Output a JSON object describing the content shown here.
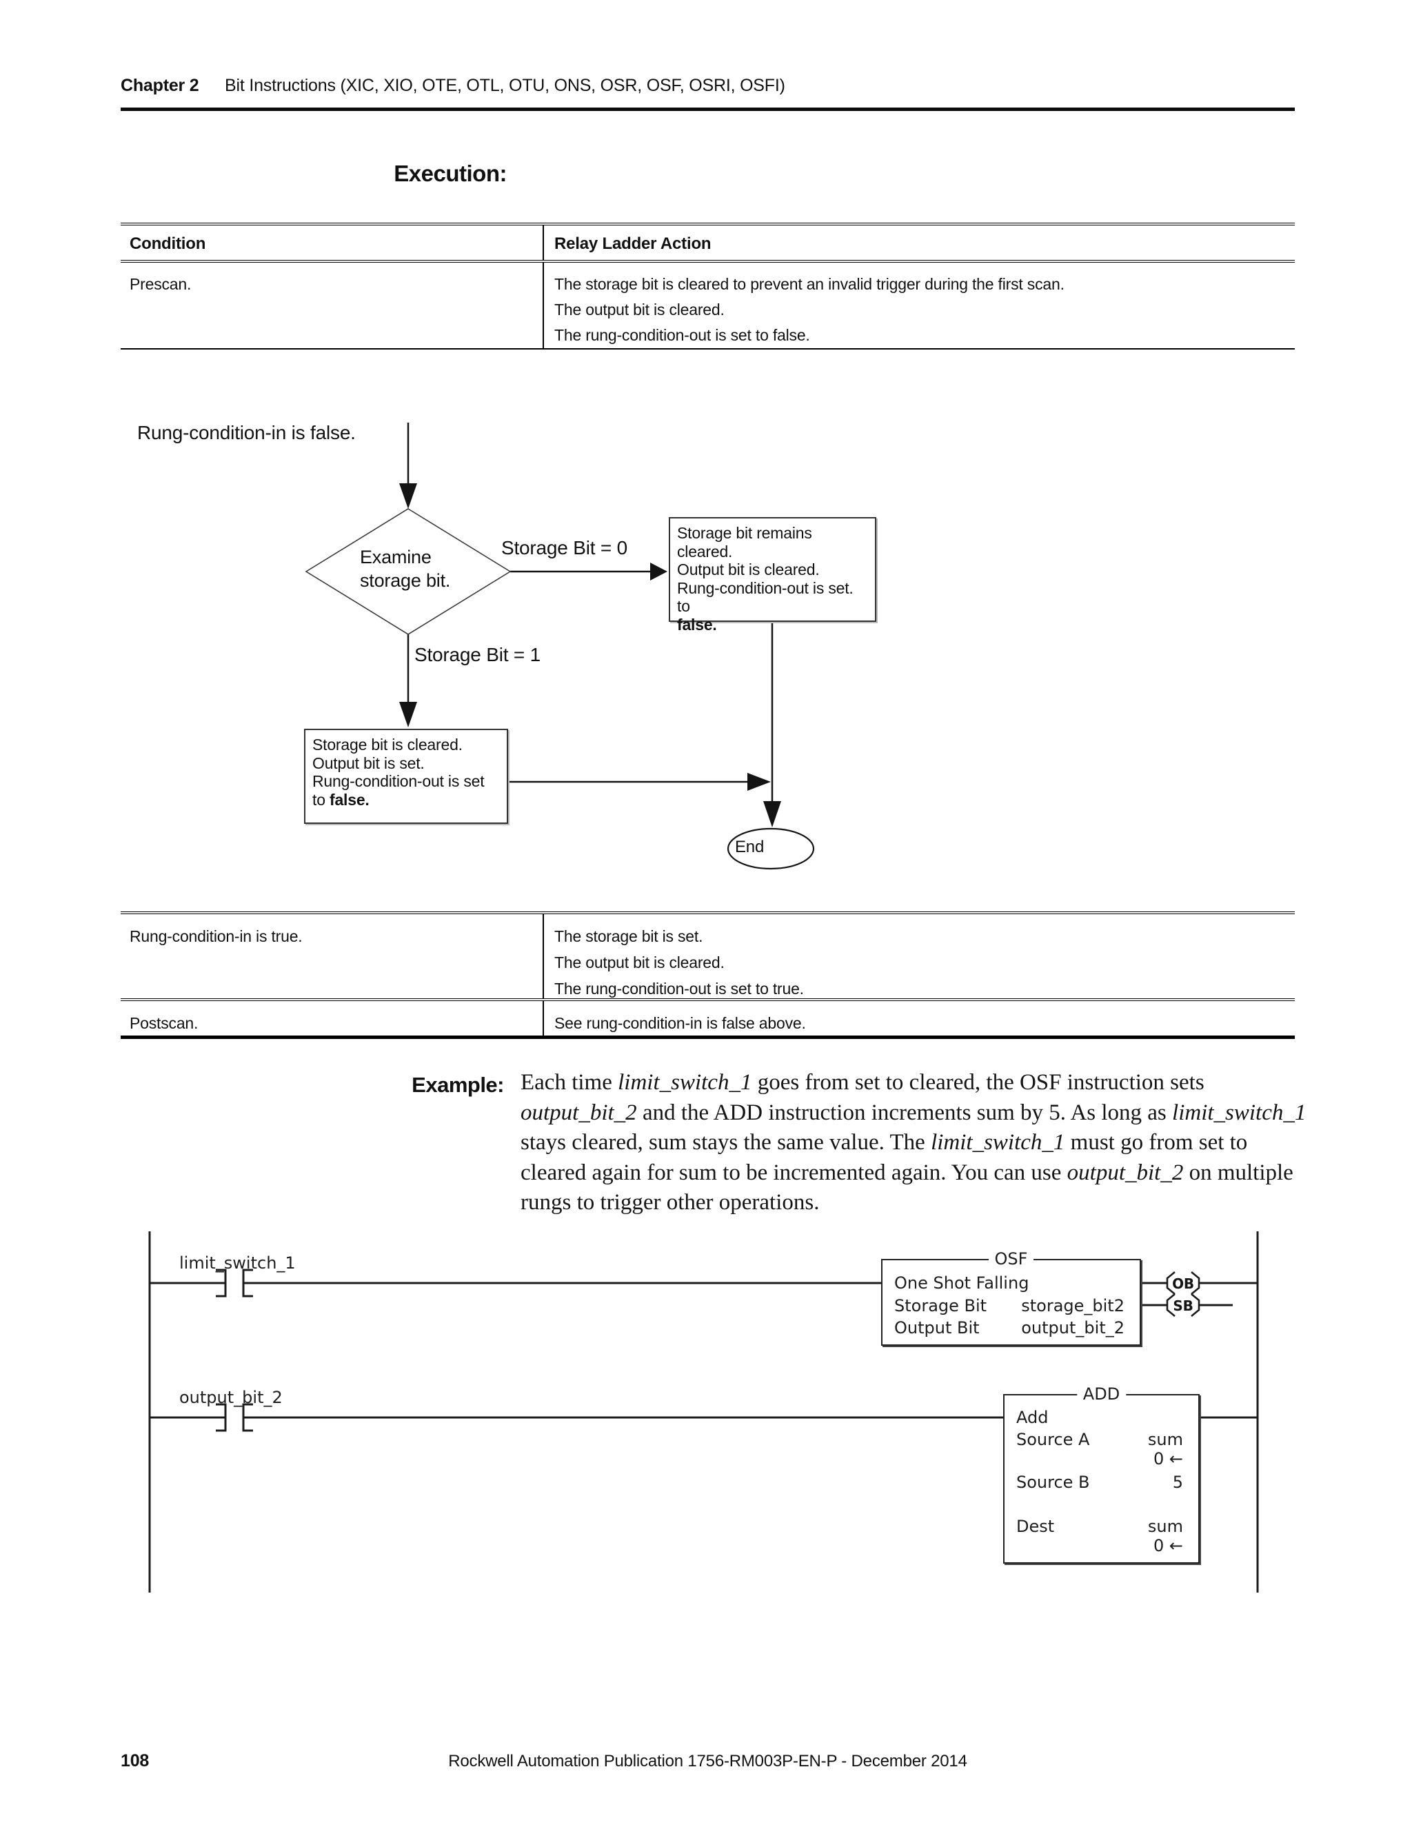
{
  "page": {
    "header": {
      "chapter": "Chapter 2",
      "title": "Bit Instructions (XIC, XIO, OTE, OTL, OTU, ONS, OSR, OSF, OSRI, OSFI)"
    },
    "footer": {
      "page_number": "108",
      "publication": "Rockwell Automation Publication 1756-RM003P-EN-P - December 2014"
    }
  },
  "execution": {
    "heading": "Execution:"
  },
  "table1": {
    "headers": [
      "Condition",
      "Relay Ladder Action"
    ],
    "row": {
      "condition": "Prescan.",
      "actions": [
        "The storage bit is cleared to prevent an invalid trigger during the first scan.",
        "The output bit is cleared.",
        "The rung-condition-out is set to false."
      ]
    }
  },
  "table2": {
    "rows": [
      {
        "condition": "Rung-condition-in is true.",
        "actions": [
          "The storage bit is set.",
          "The output bit is cleared.",
          "The rung-condition-out is set to true."
        ]
      },
      {
        "condition": "Postscan.",
        "actions": [
          "See rung-condition-in is false above."
        ]
      }
    ]
  },
  "flowchart": {
    "entry_label": "Rung-condition-in is false.",
    "diamond_line1": "Examine",
    "diamond_line2": "storage bit.",
    "branch_right_label": "Storage Bit = 0",
    "branch_down_label": "Storage Bit = 1",
    "right_box": {
      "l1": "Storage bit remains cleared.",
      "l2": "Output bit is cleared.",
      "l3": "Rung-condition-out is set. to",
      "l4": "false."
    },
    "down_box": {
      "l1": "Storage bit is cleared.",
      "l2": "Output bit is set.",
      "l3": "Rung-condition-out is set",
      "l4a": "to ",
      "l4b": "false."
    },
    "end_label": "End"
  },
  "example": {
    "label": "Example:",
    "runs": [
      {
        "t": "Each time "
      },
      {
        "t": "limit_switch_1",
        "i": true
      },
      {
        "t": " goes from set to cleared, the OSF instruction sets "
      },
      {
        "t": "output_bit_2",
        "i": true
      },
      {
        "t": " and the ADD instruction increments sum by 5. As long as "
      },
      {
        "t": "limit_switch_1",
        "i": true
      },
      {
        "t": " stays cleared, sum stays the same value. The "
      },
      {
        "t": "limit_switch_1",
        "i": true
      },
      {
        "t": " must go from set to cleared again for sum to be incremented again. You can use "
      },
      {
        "t": "output_bit_2",
        "i": true
      },
      {
        "t": " on multiple rungs to trigger other operations."
      }
    ]
  },
  "ladder": {
    "rung1": {
      "contact_label": "limit_switch_1",
      "block": {
        "title": "OSF",
        "desc": "One Shot Falling",
        "rows": [
          {
            "k": "Storage Bit",
            "v": "storage_bit2"
          },
          {
            "k": "Output Bit",
            "v": "output_bit_2"
          }
        ]
      },
      "coils": [
        {
          "label": "OB"
        },
        {
          "label": "SB"
        }
      ]
    },
    "rung2": {
      "contact_label": "output_bit_2",
      "block": {
        "title": "ADD",
        "desc": "Add",
        "rows": [
          {
            "k": "Source A",
            "v": "sum"
          },
          {
            "k": "",
            "v": "0 ←"
          },
          {
            "k": "Source B",
            "v": "5"
          },
          {
            "k": "Dest",
            "v": "sum"
          },
          {
            "k": "",
            "v": "0 ←"
          }
        ]
      }
    }
  }
}
